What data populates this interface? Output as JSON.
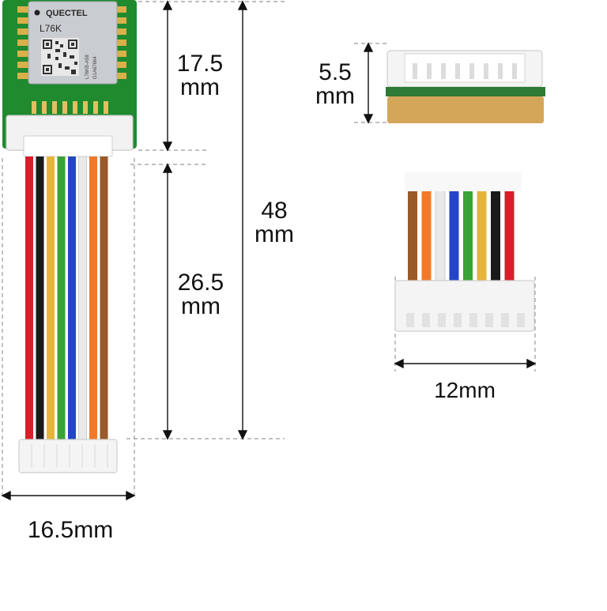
{
  "module": {
    "brand": "QUECTEL",
    "model": "L76K",
    "part_number_lines": [
      "L76KB-A58",
      "G1A67664"
    ]
  },
  "dimensions": {
    "module_height": {
      "value": "17.5",
      "unit": "mm"
    },
    "cable_length": {
      "value": "26.5",
      "unit": "mm"
    },
    "total_height": {
      "value": "48",
      "unit": "mm"
    },
    "module_width": {
      "value": "16.5mm"
    },
    "connector_height": {
      "value": "5.5",
      "unit": "mm"
    },
    "connector_width": {
      "value": "12mm"
    }
  },
  "colors": {
    "pcb": "#1f8a2e",
    "module_body": "#c9ccd0",
    "connector": "#f2f2f2",
    "wires": [
      "#d81e2a",
      "#1a1a1a",
      "#e5b53a",
      "#3aa336",
      "#2346c8",
      "#e9e9e9",
      "#f07a2a",
      "#9a5a2a"
    ],
    "wires_reversed": [
      "#9a5a2a",
      "#f07a2a",
      "#e9e9e9",
      "#2346c8",
      "#3aa336",
      "#e5b53a",
      "#1a1a1a",
      "#d81e2a"
    ]
  }
}
